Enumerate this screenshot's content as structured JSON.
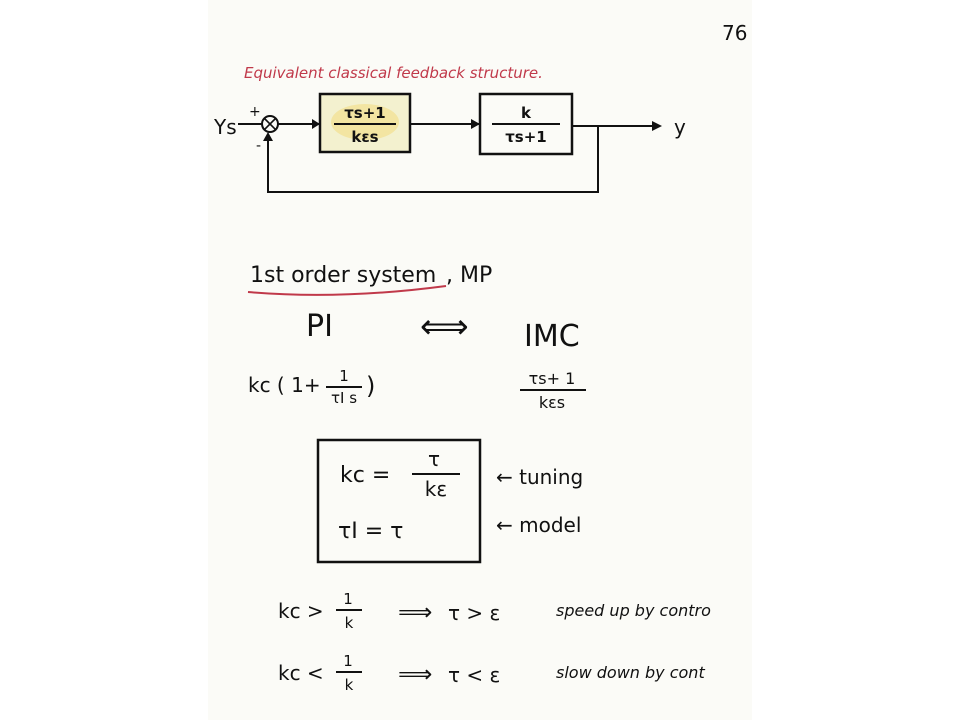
{
  "page_number": "76",
  "heading": "Equivalent classical feedback structure.",
  "diagram": {
    "input_label": "Ys",
    "plus_sign": "+",
    "minus_sign": "-",
    "controller_num": "τs+1",
    "controller_den": "kεs",
    "process_num": "k",
    "process_den": "τs+1",
    "output_label": "y"
  },
  "section_title": "1st order system",
  "section_suffix": ", MP",
  "pi_label": "PI",
  "equiv_symbol": "⟺",
  "imc_label": "IMC",
  "pi_formula_prefix": "kc ( 1+",
  "pi_formula_num": "1",
  "pi_formula_den": "τI s",
  "pi_formula_suffix": ")",
  "imc_num": "τs+ 1",
  "imc_den": "kεs",
  "box": {
    "kc_lhs": "kc =",
    "kc_num": "τ",
    "kc_den": "kε",
    "ti_eq": "τI = τ"
  },
  "arrow_tuning": "← tuning",
  "arrow_model": "← model",
  "rows": [
    {
      "lhs": "kc >",
      "num": "1",
      "den": "k",
      "impl": "⟹",
      "rhs": "τ > ε",
      "note": "speed up by contro"
    },
    {
      "lhs": "kc <",
      "num": "1",
      "den": "k",
      "impl": "⟹",
      "rhs": "τ < ε",
      "note": "slow down by cont"
    }
  ]
}
